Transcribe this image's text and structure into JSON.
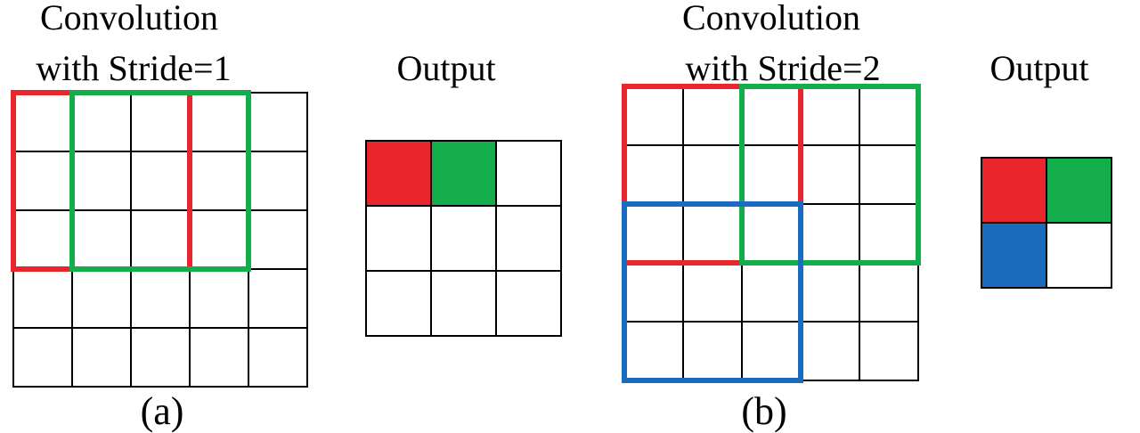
{
  "panel_a": {
    "title_line1": "Convolution",
    "title_line2": "with Stride=1",
    "output_label": "Output",
    "caption": "(a)",
    "input_grid": {
      "rows": 5,
      "cols": 5
    },
    "output_grid": {
      "rows": 3,
      "cols": 3
    },
    "kernel_windows": [
      {
        "color": "#e8262b",
        "row": 0,
        "col": 0,
        "size": 3
      },
      {
        "color": "#14ad4c",
        "row": 0,
        "col": 1,
        "size": 3
      }
    ],
    "filled_output_cells": [
      {
        "color": "#e8262b",
        "row": 0,
        "col": 0
      },
      {
        "color": "#14ad4c",
        "row": 0,
        "col": 1
      }
    ]
  },
  "panel_b": {
    "title_line1": "Convolution",
    "title_line2": "with Stride=2",
    "output_label": "Output",
    "caption": "(b)",
    "input_grid": {
      "rows": 5,
      "cols": 5
    },
    "output_grid": {
      "rows": 2,
      "cols": 2
    },
    "kernel_windows": [
      {
        "color": "#e8262b",
        "row": 0,
        "col": 0,
        "size": 3
      },
      {
        "color": "#14ad4c",
        "row": 0,
        "col": 2,
        "size": 3
      },
      {
        "color": "#1a6cbf",
        "row": 2,
        "col": 0,
        "size": 3
      }
    ],
    "filled_output_cells": [
      {
        "color": "#e8262b",
        "row": 0,
        "col": 0
      },
      {
        "color": "#14ad4c",
        "row": 0,
        "col": 1
      },
      {
        "color": "#1a6cbf",
        "row": 1,
        "col": 0
      }
    ]
  }
}
